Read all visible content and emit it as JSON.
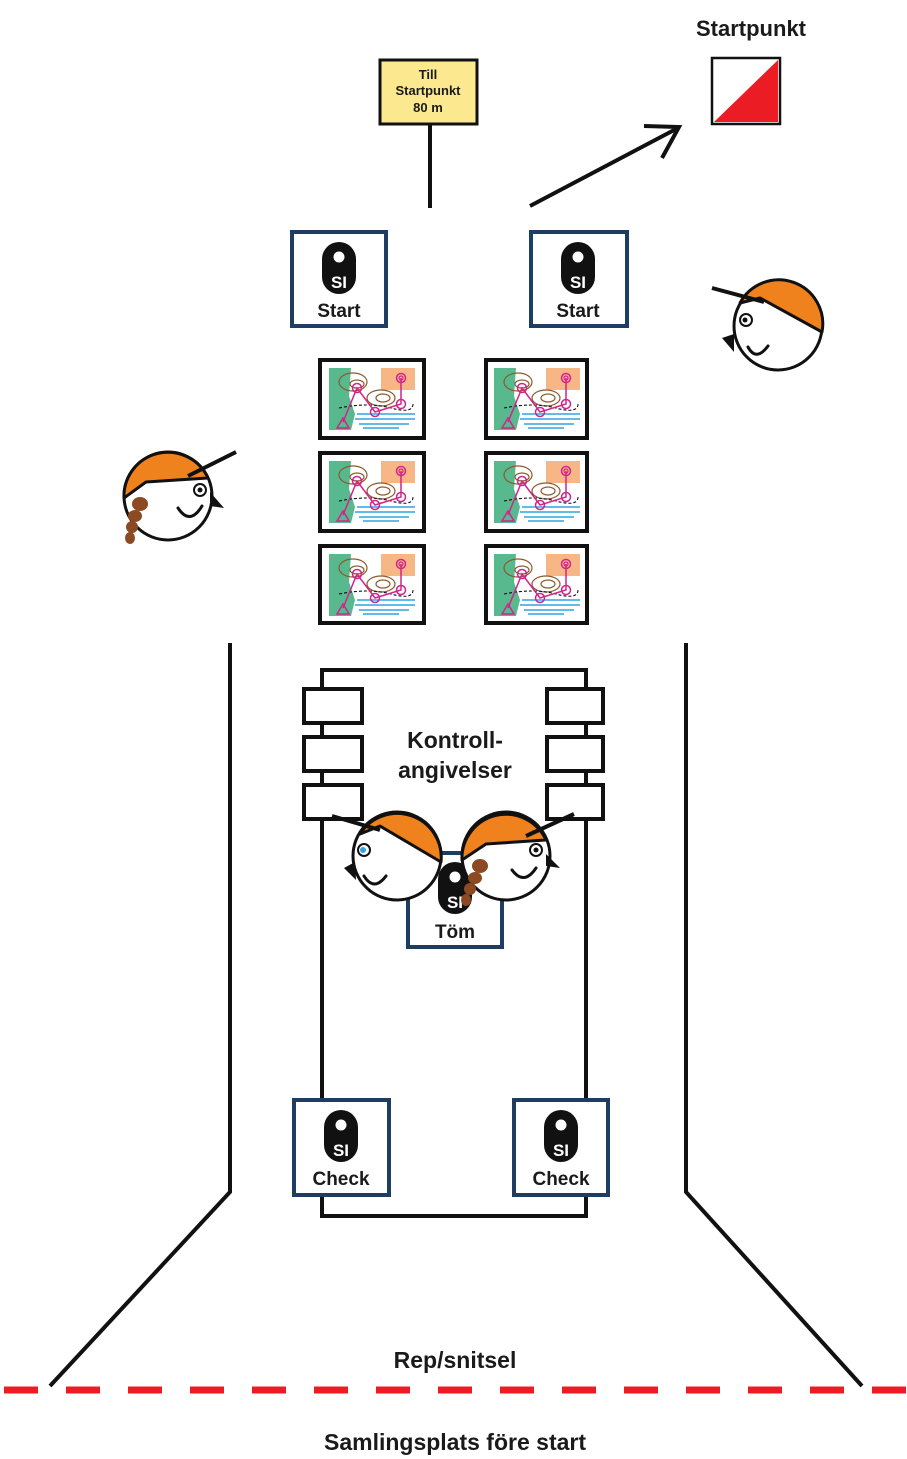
{
  "labels": {
    "startpunkt_title": "Startpunkt",
    "sign_line1": "Till",
    "sign_line2": "Startpunkt",
    "sign_line3": "80 m",
    "kontroll_line1": "Kontroll-",
    "kontroll_line2": "angivelser",
    "rope": "Rep/snitsel",
    "gathering": "Samlingsplats före start"
  },
  "si_units": [
    {
      "id": "start-left",
      "text": "SI",
      "label": "Start"
    },
    {
      "id": "start-right",
      "text": "SI",
      "label": "Start"
    },
    {
      "id": "clear",
      "text": "SI",
      "label": "Töm"
    },
    {
      "id": "check-left",
      "text": "SI",
      "label": "Check"
    },
    {
      "id": "check-right",
      "text": "SI",
      "label": "Check"
    }
  ],
  "colors": {
    "frame_blue": "#1d3d63",
    "line": "#111111",
    "cap_orange": "#f0821e",
    "control_red": "#ec1c24",
    "rope_red": "#ec1c24",
    "sign_yellow": "#fce98f",
    "map_green": "#59b98e",
    "map_orange": "#f7b686",
    "map_magenta": "#d3238c",
    "map_blue": "#2ea6df",
    "hair_brown": "#8b4a22"
  },
  "map_boxes_count": 6
}
